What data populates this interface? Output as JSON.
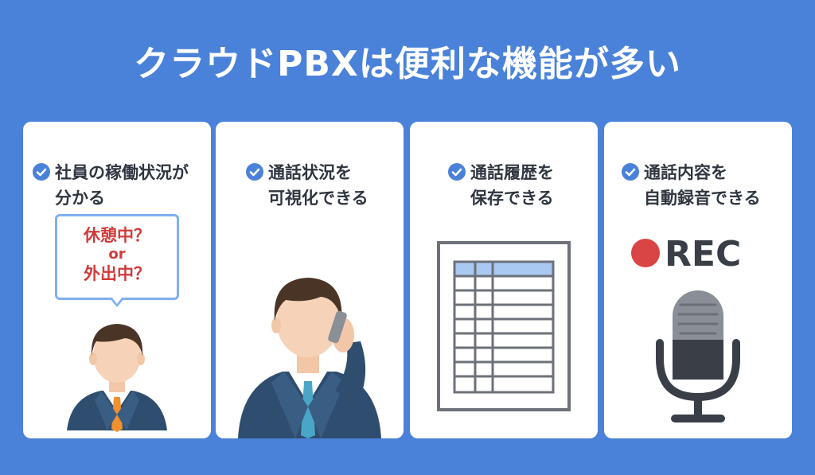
{
  "title": "クラウドPBXは便利な機能が多い",
  "colors": {
    "background": "#4a82d9",
    "check": "#4a82d9",
    "bubble_border": "#7fb0ef",
    "bubble_text": "#d13b3b",
    "rec_dot": "#d94444"
  },
  "cards": [
    {
      "line1": "社員の稼働状況が",
      "line2": "分かる",
      "icon": "check-icon",
      "bubble": {
        "line1": "休憩中？",
        "or": "or",
        "line2": "外出中？"
      },
      "illustration": "businessman-icon"
    },
    {
      "line1": "通話状況を",
      "line2": "可視化できる",
      "icon": "check-icon",
      "illustration": "businessman-on-phone-icon"
    },
    {
      "line1": "通話履歴を",
      "line2": "保存できる",
      "icon": "check-icon",
      "illustration": "table-document-icon"
    },
    {
      "line1": "通話内容を",
      "line2": "自動録音できる",
      "icon": "check-icon",
      "rec_label": "REC",
      "illustration": "microphone-icon"
    }
  ]
}
